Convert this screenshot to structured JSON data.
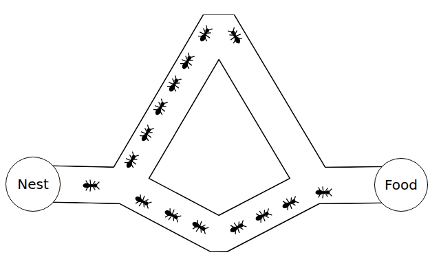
{
  "diagram": {
    "nodes": [
      {
        "text": [
          "Nest"
        ]
      },
      {
        "text": [
          "Food"
        ]
      }
    ],
    "edges": [
      {
        "from": 0,
        "to": 1,
        "arrow": "none"
      },
      {
        "from": 0,
        "to": 1,
        "arrow": "none"
      }
    ]
  }
}
